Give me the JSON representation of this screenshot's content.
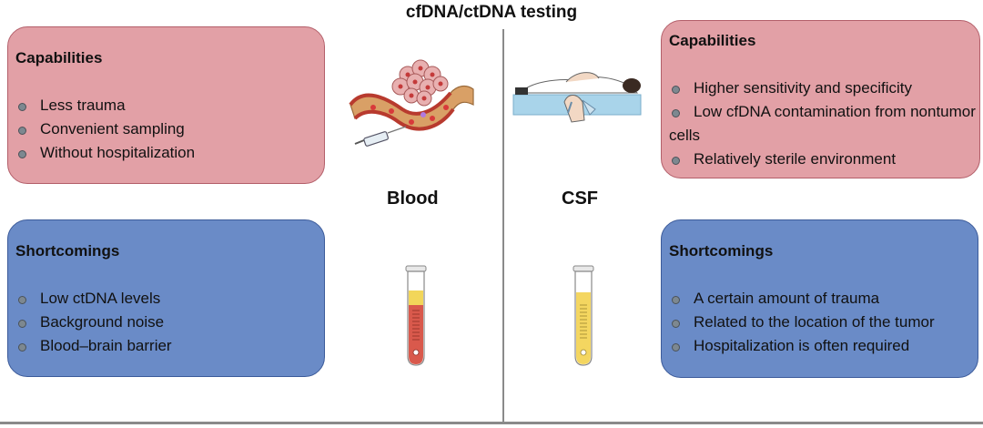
{
  "title": "cfDNA/ctDNA testing",
  "blood": {
    "label": "Blood",
    "capabilities": {
      "heading": "Capabilities",
      "items": [
        "Less trauma",
        "Convenient sampling",
        "Without hospitalization"
      ]
    },
    "shortcomings": {
      "heading": "Shortcomings",
      "items": [
        "Low ctDNA levels",
        "Background noise",
        "Blood–brain barrier"
      ]
    }
  },
  "csf": {
    "label": "CSF",
    "capabilities": {
      "heading": "Capabilities",
      "items": [
        "Higher sensitivity and specificity",
        "Low cfDNA contamination from nontumor cells",
        "Relatively sterile environment"
      ]
    },
    "shortcomings": {
      "heading": "Shortcomings",
      "items": [
        "A certain amount of trauma",
        "Related to the location of the tumor",
        "Hospitalization is often required"
      ]
    }
  },
  "colors": {
    "capabilities_fill": "#e2a0a6",
    "shortcomings_fill": "#6a8bc7",
    "blood_tube": "#d9594c",
    "plasma": "#f2d65a",
    "csf_tube": "#f4d660"
  },
  "icons": [
    "blood-vessel-tumor-illustration",
    "syringe-icon",
    "lumbar-puncture-illustration",
    "blood-tube-icon",
    "csf-tube-icon"
  ]
}
